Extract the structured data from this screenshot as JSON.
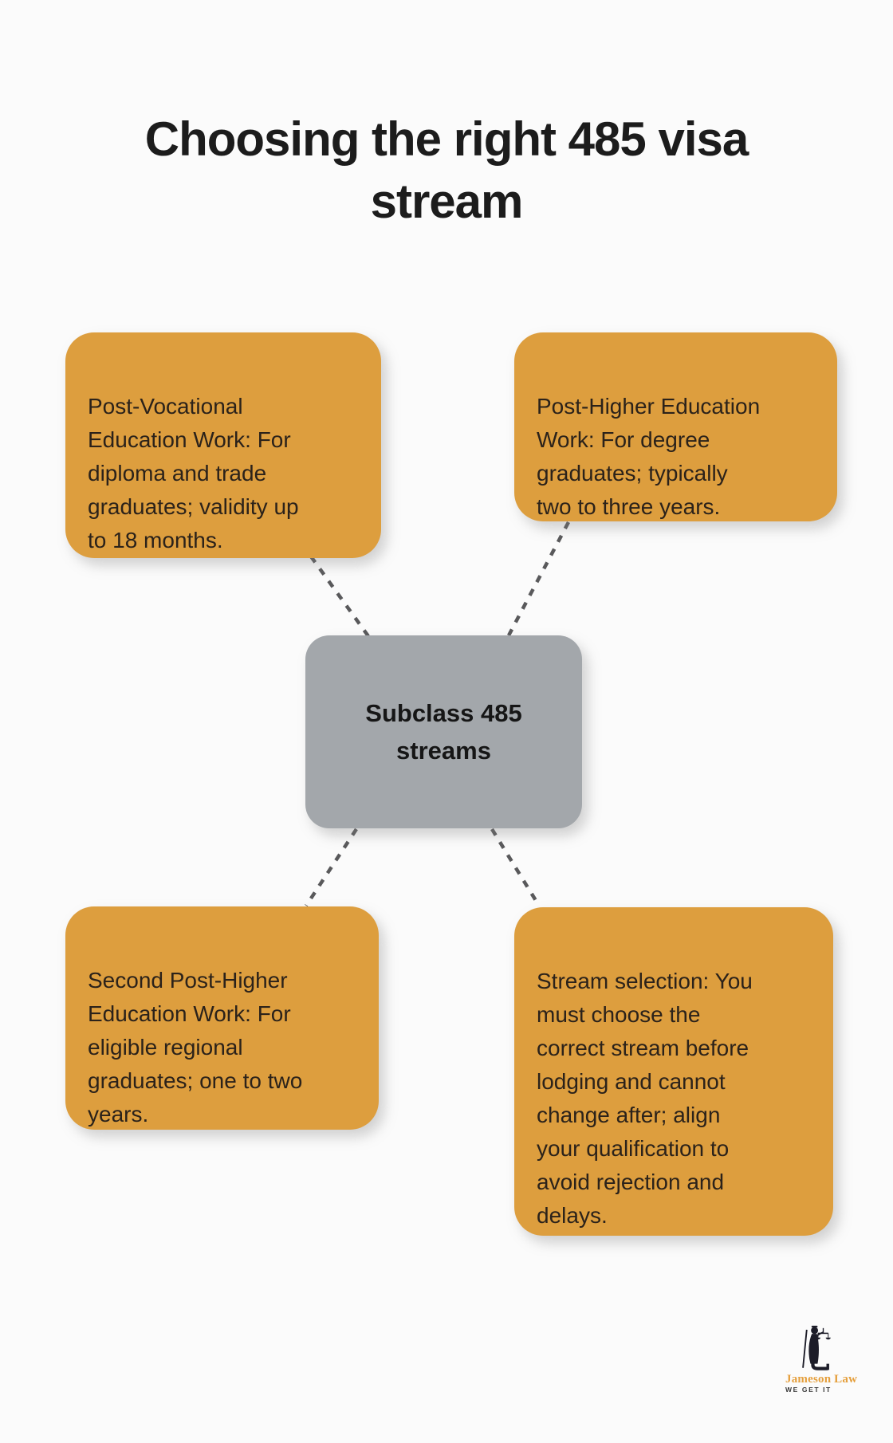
{
  "title": "Choosing the right 485 visa stream",
  "center_node": {
    "label": "Subclass 485 streams"
  },
  "nodes": [
    {
      "id": "post-vocational-education-work",
      "position": "top-left",
      "text": "Post-Vocational\nEducation Work: For\ndiploma and trade\ngraduates; validity up\nto 18 months."
    },
    {
      "id": "post-higher-education-work",
      "position": "top-right",
      "text": "Post-Higher Education\nWork: For degree\ngraduates; typically\ntwo to three years."
    },
    {
      "id": "second-post-higher-education-work",
      "position": "bottom-left",
      "text": "Second Post-Higher\nEducation Work: For\neligible regional\ngraduates; one to two\nyears."
    },
    {
      "id": "stream-selection",
      "position": "bottom-right",
      "text": "Stream selection: You\nmust choose the\ncorrect stream before\nlodging and cannot\nchange after; align\nyour qualification to\navoid rejection and\ndelays."
    }
  ],
  "logo": {
    "brand": "Jameson Law",
    "tagline": "WE GET IT",
    "icon": "lady-justice-scales-icon"
  },
  "colors": {
    "background": "#fbfbfb",
    "node_fill": "#dd9e3e",
    "center_node_fill": "#a3a7ab",
    "node_text": "#2b221a",
    "title_text": "#1c1c1c",
    "connector": "#59595b",
    "logo_brand": "#e59f3c",
    "logo_tagline": "#3b3b3b",
    "logo_figure": "#1c1c28"
  }
}
